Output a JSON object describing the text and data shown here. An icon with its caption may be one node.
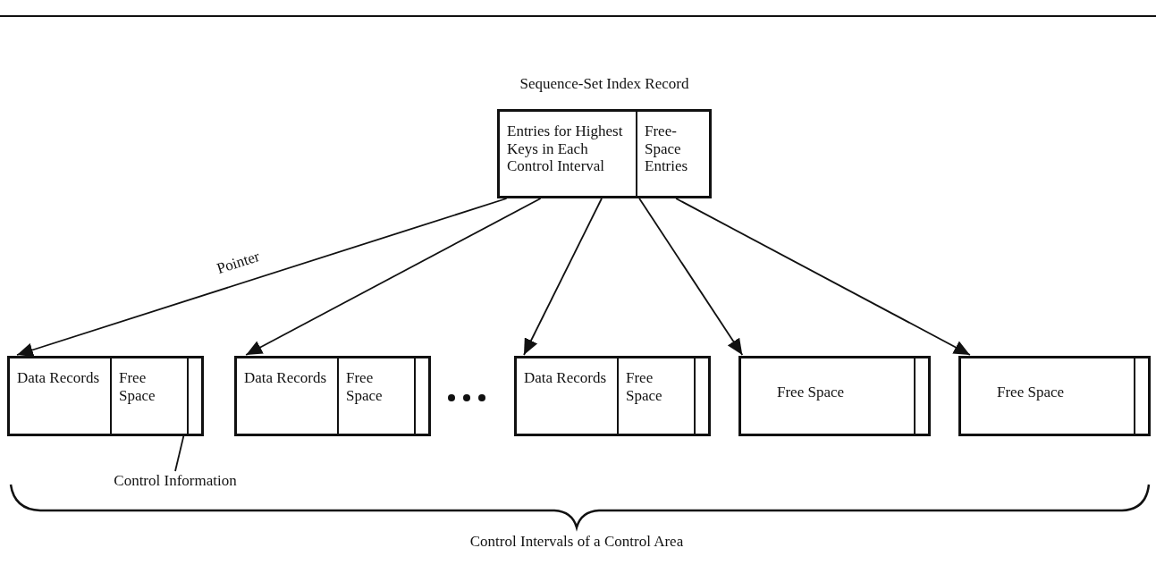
{
  "diagram": {
    "nodes": [
      {
        "text": [
          "Sequence-Set Index Record"
        ]
      },
      {
        "text": [
          "Entries for Highest Keys in Each Control Interval"
        ],
        "in": 0
      },
      {
        "text": [
          "Free-Space Entries"
        ],
        "in": 0
      },
      {
        "text": [],
        "shape": "box"
      },
      {
        "text": [
          "Data Records"
        ],
        "in": 3
      },
      {
        "text": [
          "Free Space"
        ],
        "in": 3
      },
      {
        "text": [],
        "shape": "bar",
        "in": 3
      },
      {
        "text": [],
        "shape": "box"
      },
      {
        "text": [
          "Data Records"
        ],
        "in": 7
      },
      {
        "text": [
          "Free Space"
        ],
        "in": 7
      },
      {
        "text": [],
        "shape": "bar",
        "in": 7
      },
      {
        "text": [],
        "shape": "box"
      },
      {
        "text": [
          "Data Records"
        ],
        "in": 11
      },
      {
        "text": [
          "Free Space"
        ],
        "in": 11
      },
      {
        "text": [],
        "shape": "bar",
        "in": 11
      },
      {
        "text": [],
        "shape": "box"
      },
      {
        "text": [
          "Free Space"
        ],
        "in": 15
      },
      {
        "text": [],
        "shape": "bar",
        "in": 15
      },
      {
        "text": [],
        "shape": "box"
      },
      {
        "text": [
          "Free Space"
        ],
        "in": 18
      },
      {
        "text": [],
        "shape": "bar",
        "in": 18
      },
      {
        "text": [
          "Control Information"
        ]
      }
    ],
    "edges": [
      {
        "from": 1,
        "to": 3,
        "arrow": "to",
        "label": "Pointer"
      },
      {
        "from": 1,
        "to": 7,
        "arrow": "to"
      },
      {
        "from": 1,
        "to": 11,
        "arrow": "to"
      },
      {
        "from": 2,
        "to": 15,
        "arrow": "to"
      },
      {
        "from": 2,
        "to": 18,
        "arrow": "to"
      },
      {
        "from": 21,
        "to": 6,
        "arrow": "none"
      }
    ],
    "labels": [
      "Control Intervals of a Control Area"
    ]
  }
}
